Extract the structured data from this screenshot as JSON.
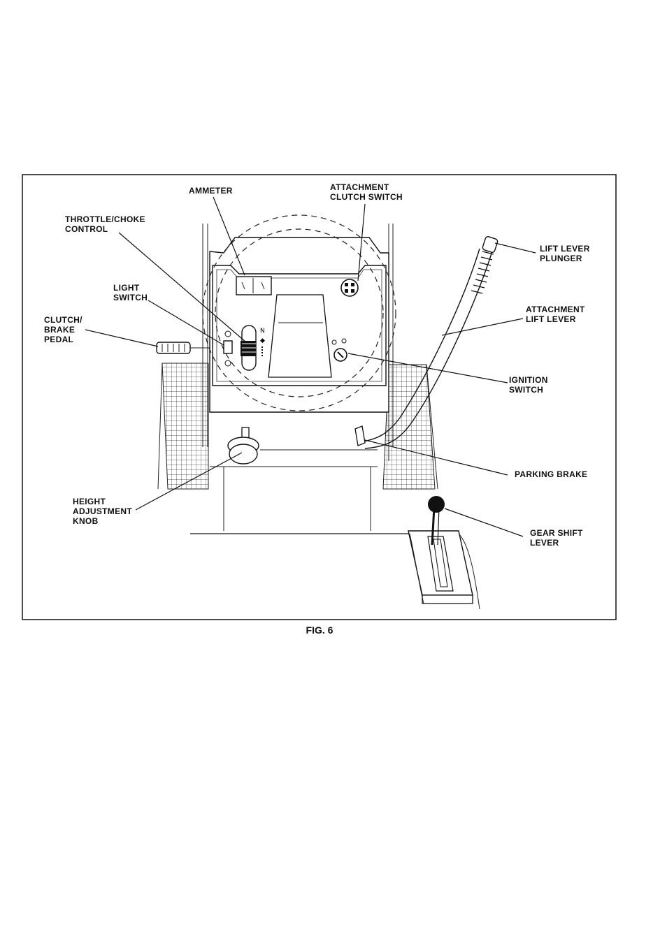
{
  "figure": {
    "caption": "FIG. 6",
    "labels": {
      "ammeter": "AMMETER",
      "attachment_clutch_switch_1": "ATTACHMENT",
      "attachment_clutch_switch_2": "CLUTCH SWITCH",
      "throttle_choke_1": "THROTTLE/CHOKE",
      "throttle_choke_2": "CONTROL",
      "lift_lever_plunger_1": "LIFT LEVER",
      "lift_lever_plunger_2": "PLUNGER",
      "light_switch_1": "LIGHT",
      "light_switch_2": "SWITCH",
      "attachment_lift_lever_1": "ATTACHMENT",
      "attachment_lift_lever_2": "LIFT LEVER",
      "clutch_brake_1": "CLUTCH/",
      "clutch_brake_2": "BRAKE",
      "clutch_brake_3": "PEDAL",
      "ignition_switch_1": "IGNITION",
      "ignition_switch_2": "SWITCH",
      "parking_brake": "PARKING BRAKE",
      "height_adjustment_1": "HEIGHT",
      "height_adjustment_2": "ADJUSTMENT",
      "height_adjustment_3": "KNOB",
      "gear_shift_1": "GEAR SHIFT",
      "gear_shift_2": "LEVER"
    }
  }
}
